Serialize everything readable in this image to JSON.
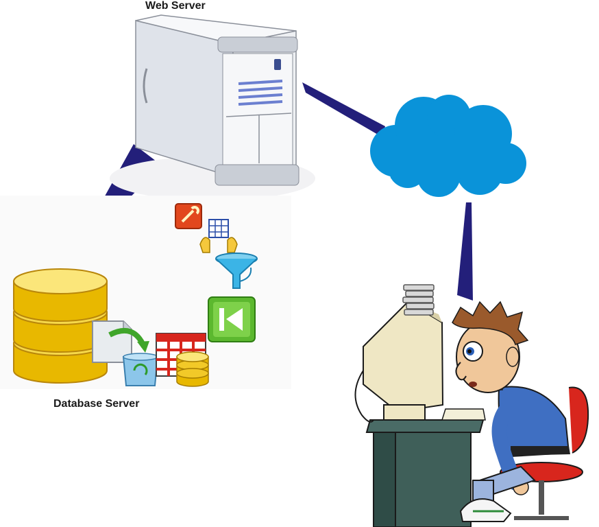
{
  "labels": {
    "web_server": "Web Server",
    "database_server": "Database Server"
  },
  "colors": {
    "connector": "#231f7a",
    "cloud": "#0a93d9",
    "db_gold": "#f0c419",
    "server_body": "#e9ecf0",
    "server_accent": "#6b7fd0"
  },
  "icons": [
    "server-tower-icon",
    "internet-cloud-icon",
    "database-cylinder-icon",
    "wrench-icon",
    "grid-hand-icon",
    "funnel-icon",
    "first-page-icon",
    "document-arrow-icon",
    "recycle-bin-icon",
    "table-icon",
    "small-db-icon",
    "user-at-computer-illustration"
  ]
}
